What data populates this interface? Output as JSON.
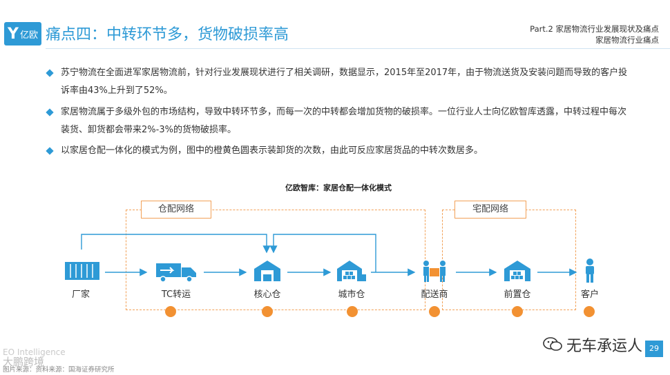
{
  "logo": {
    "mark": "Y",
    "text": "亿欧"
  },
  "header": {
    "title": "痛点四：中转环节多，货物破损率高",
    "part_line": "Part.2 家居物流行业发展现状及痛点",
    "sub_line": "家居物流行业痛点"
  },
  "bullets": [
    "苏宁物流在全面进军家居物流前，针对行业发展现状进行了相关调研，数据显示，2015年至2017年，由于物流送货及安装问题而导致的客户投诉率由43%上升到了52%。",
    "家居物流属于多级外包的市场结构，导致中转环节多，而每一次的中转都会增加货物的破损率。一位行业人士向亿欧智库透露，中转过程中每次装货、卸货都会带来2%-3%的货物破损率。",
    "以家居仓配一体化的模式为例，图中的橙黄色圆表示装卸货的次数，由此可反应家居货品的中转次数居多。"
  ],
  "diagram": {
    "title": "亿欧智库：家居仓配一体化模式",
    "group_left": "仓配网络",
    "group_right": "宅配网络",
    "nodes": {
      "factory": "厂家",
      "tc": "TC转运",
      "core": "核心仓",
      "city": "城市仓",
      "dist": "配送商",
      "front": "前置仓",
      "customer": "客户"
    }
  },
  "icons": {
    "factory": "container-icon",
    "tc": "truck-icon",
    "core": "warehouse-icon",
    "city": "warehouse-forklift-icon",
    "dist": "delivery-people-icon",
    "front": "warehouse-icon",
    "customer": "person-icon"
  },
  "colors": {
    "accent": "#2e9ad6",
    "orange": "#f29132",
    "dash": "#f2a056"
  },
  "footer": {
    "brand_en": "EO Intelligence",
    "brand_cn": "大鹏跨境",
    "source": "图片来源：资料来源：国海证券研究所",
    "watermark": "无车承运人",
    "page": "29"
  }
}
